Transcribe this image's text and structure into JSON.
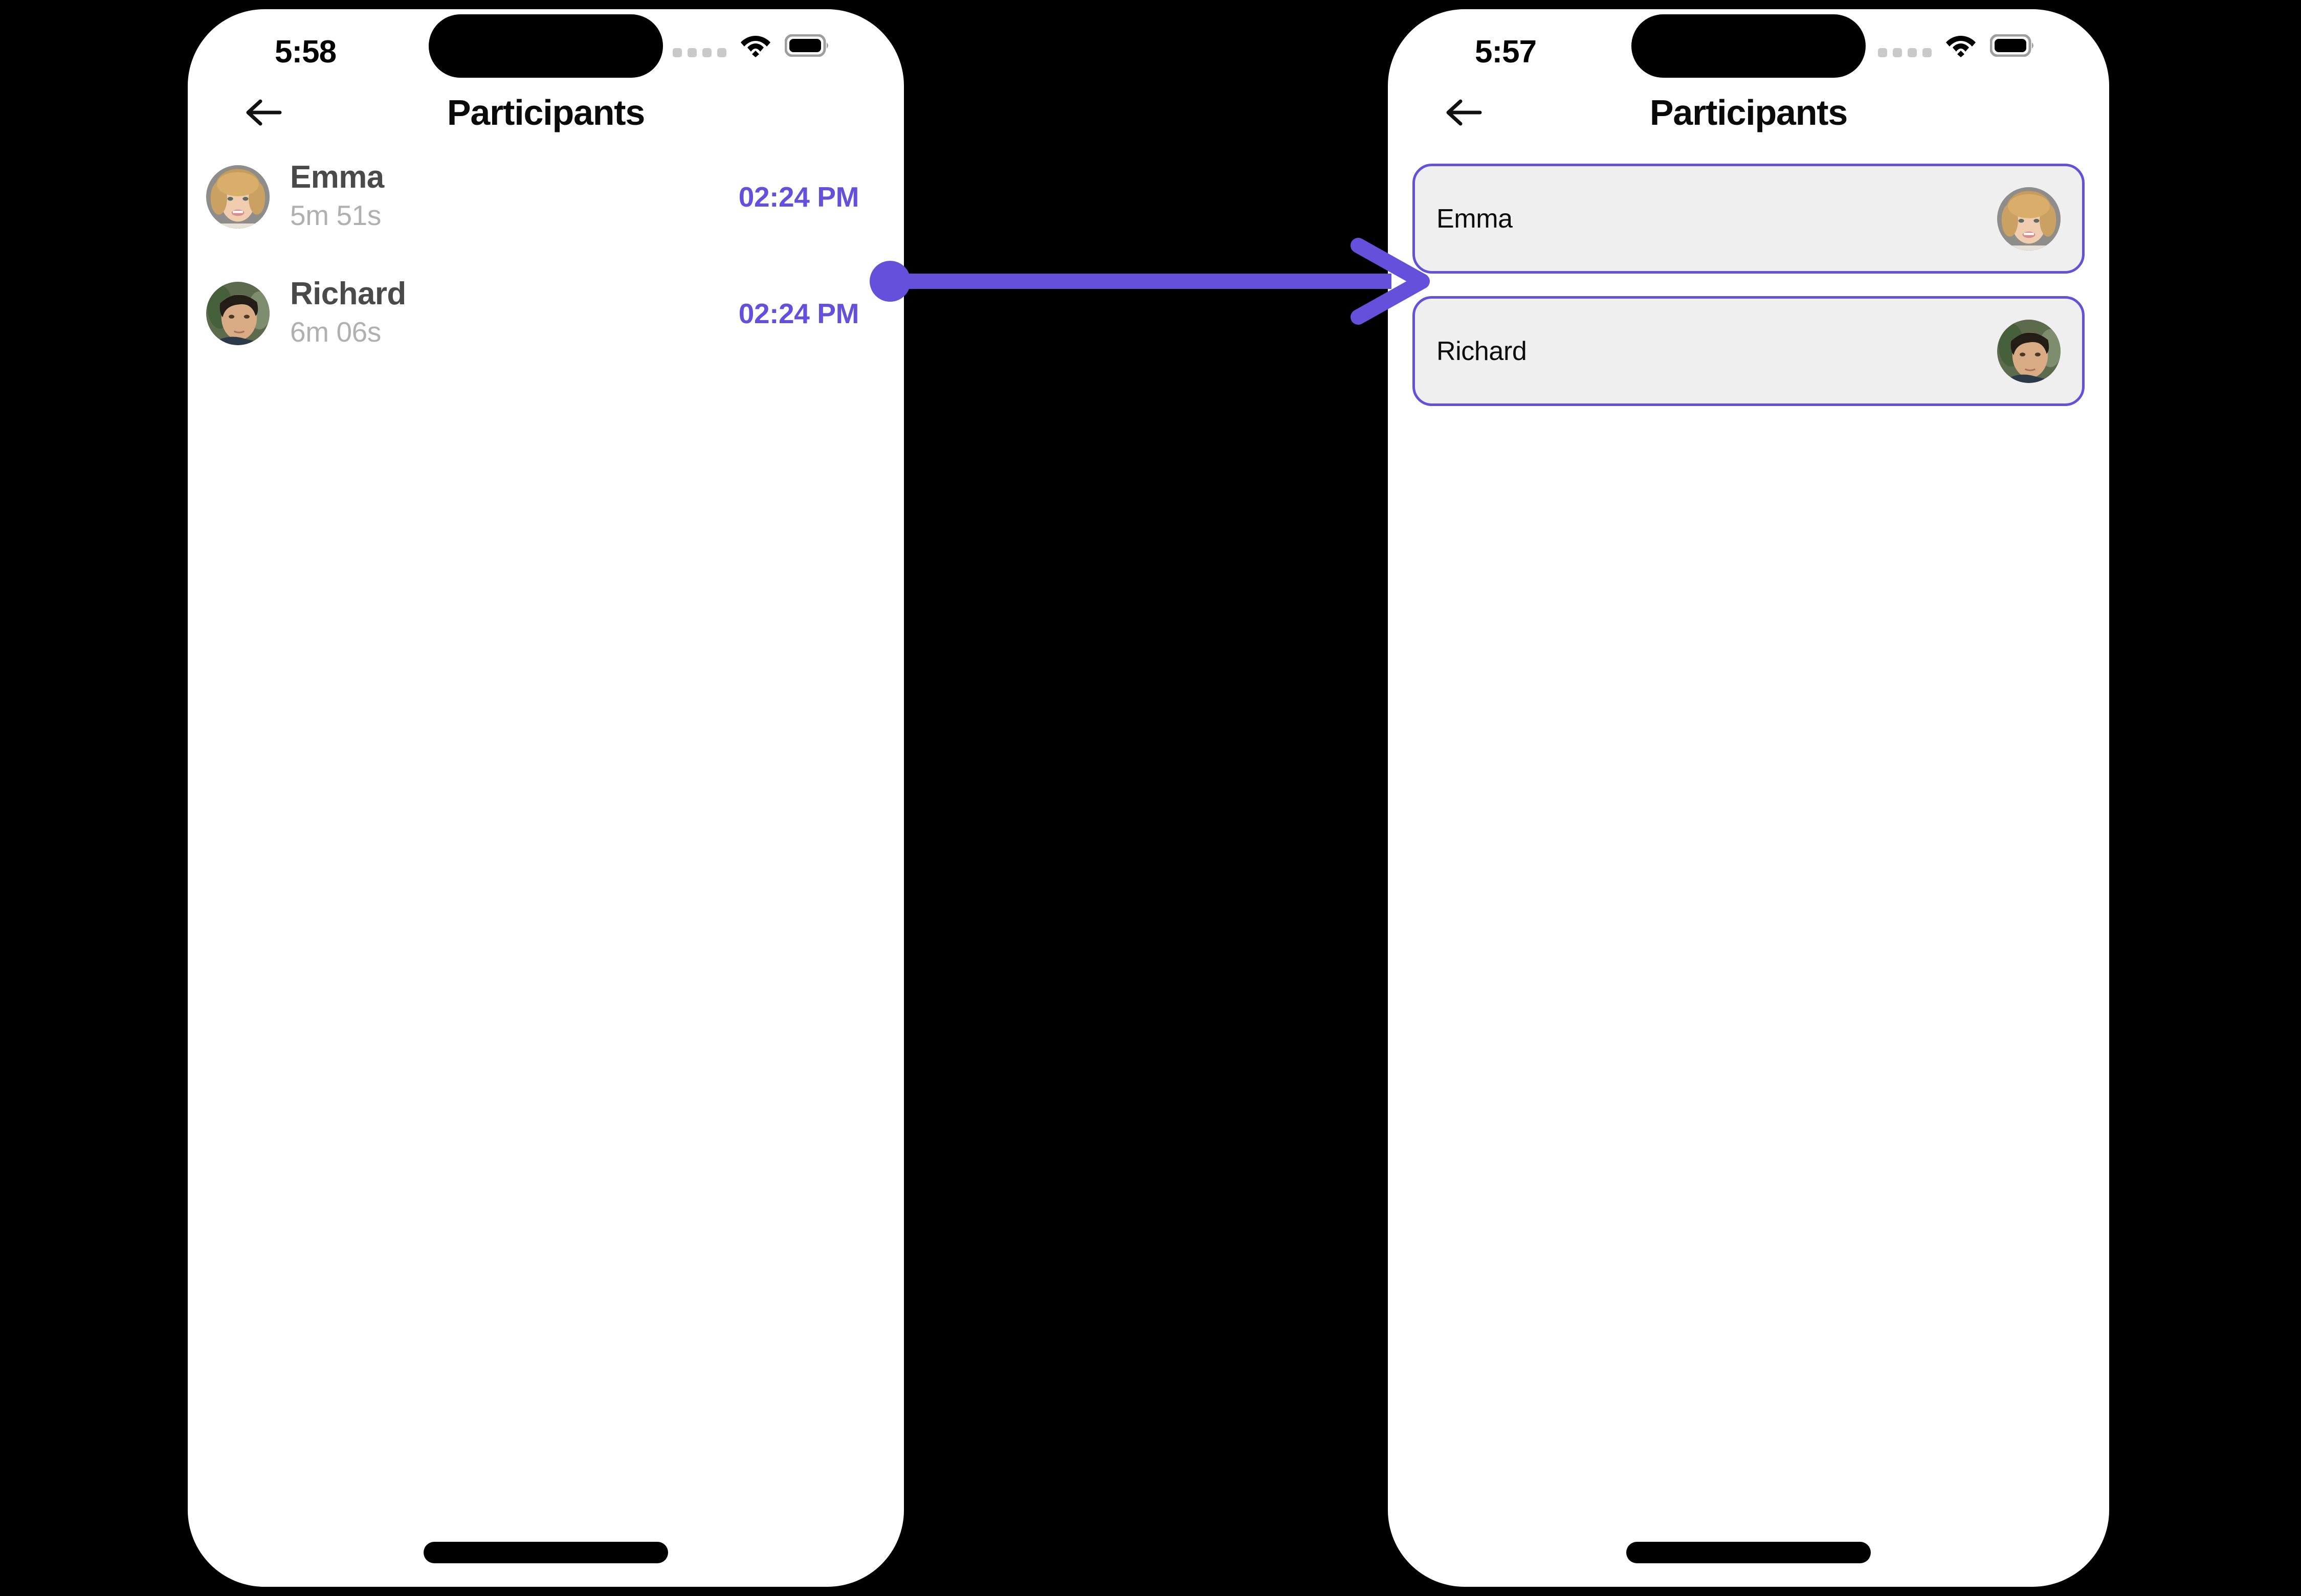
{
  "accent_color": "#6450DB",
  "card_bg_color": "#EFEFEF",
  "background_color": "#000000",
  "screens": [
    {
      "id": "left",
      "status_bar": {
        "time": "5:58",
        "cellular_icon": "cellular-dots-icon",
        "wifi_icon": "wifi-icon",
        "battery_icon": "battery-full-icon"
      },
      "navbar": {
        "back_icon": "back-arrow-icon",
        "title": "Participants"
      },
      "participants": [
        {
          "name": "Emma",
          "duration": "5m 51s",
          "time": "02:24 PM",
          "avatar": "emma-avatar"
        },
        {
          "name": "Richard",
          "duration": "6m 06s",
          "time": "02:24 PM",
          "avatar": "richard-avatar"
        }
      ]
    },
    {
      "id": "right",
      "status_bar": {
        "time": "5:57",
        "cellular_icon": "cellular-dots-icon",
        "wifi_icon": "wifi-icon",
        "battery_icon": "battery-full-icon"
      },
      "navbar": {
        "back_icon": "back-arrow-icon",
        "title": "Participants"
      },
      "participants": [
        {
          "name": "Emma",
          "avatar": "emma-avatar"
        },
        {
          "name": "Richard",
          "avatar": "richard-avatar"
        }
      ]
    }
  ],
  "connector": {
    "type": "arrow",
    "color": "#6450DB",
    "from": "left-screen-emma-row-time",
    "to": "right-screen"
  }
}
